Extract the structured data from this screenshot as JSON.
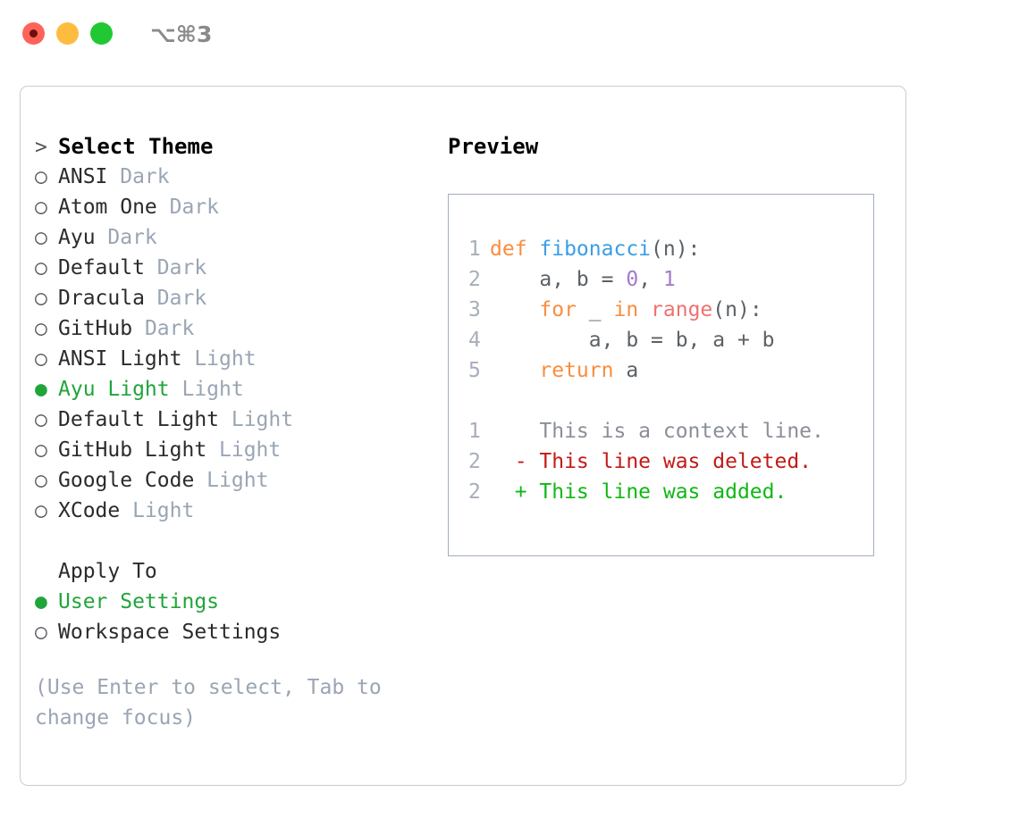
{
  "titlebar": {
    "shortcut": "⌥⌘3",
    "traffic_lights": [
      {
        "name": "close",
        "color": "#ff6259"
      },
      {
        "name": "minimize",
        "color": "#fdbc40"
      },
      {
        "name": "maximize",
        "color": "#20c933"
      }
    ]
  },
  "theme_section": {
    "prefix": ">",
    "title": "Select Theme",
    "items": [
      {
        "marker": "○",
        "label": "ANSI",
        "suffix": "Dark",
        "selected": false
      },
      {
        "marker": "○",
        "label": "Atom One",
        "suffix": "Dark",
        "selected": false
      },
      {
        "marker": "○",
        "label": "Ayu",
        "suffix": "Dark",
        "selected": false
      },
      {
        "marker": "○",
        "label": "Default",
        "suffix": "Dark",
        "selected": false
      },
      {
        "marker": "○",
        "label": "Dracula",
        "suffix": "Dark",
        "selected": false
      },
      {
        "marker": "○",
        "label": "GitHub",
        "suffix": "Dark",
        "selected": false
      },
      {
        "marker": "○",
        "label": "ANSI Light",
        "suffix": "Light",
        "selected": false
      },
      {
        "marker": "●",
        "label": "Ayu Light",
        "suffix": "Light",
        "selected": true
      },
      {
        "marker": "○",
        "label": "Default Light",
        "suffix": "Light",
        "selected": false
      },
      {
        "marker": "○",
        "label": "GitHub Light",
        "suffix": "Light",
        "selected": false
      },
      {
        "marker": "○",
        "label": "Google Code",
        "suffix": "Light",
        "selected": false
      },
      {
        "marker": "○",
        "label": "XCode",
        "suffix": "Light",
        "selected": false
      }
    ]
  },
  "apply_section": {
    "title": "Apply To",
    "items": [
      {
        "marker": "●",
        "label": "User Settings",
        "selected": true
      },
      {
        "marker": "○",
        "label": "Workspace Settings",
        "selected": false
      }
    ]
  },
  "hint": "(Use Enter to select, Tab to change focus)",
  "preview": {
    "title": "Preview",
    "code_lines": [
      {
        "number": "1",
        "tokens": [
          {
            "text": "def ",
            "type": "kw"
          },
          {
            "text": "fibonacci",
            "type": "fn"
          },
          {
            "text": "(n):",
            "type": "punct"
          }
        ]
      },
      {
        "number": "2",
        "tokens": [
          {
            "text": "    a, b = ",
            "type": "plain"
          },
          {
            "text": "0",
            "type": "num"
          },
          {
            "text": ", ",
            "type": "plain"
          },
          {
            "text": "1",
            "type": "num"
          }
        ]
      },
      {
        "number": "3",
        "tokens": [
          {
            "text": "    ",
            "type": "plain"
          },
          {
            "text": "for",
            "type": "kw"
          },
          {
            "text": " _ ",
            "type": "plain"
          },
          {
            "text": "in",
            "type": "kw"
          },
          {
            "text": " ",
            "type": "plain"
          },
          {
            "text": "range",
            "type": "call"
          },
          {
            "text": "(n):",
            "type": "punct"
          }
        ]
      },
      {
        "number": "4",
        "tokens": [
          {
            "text": "        a, b = b, a + b",
            "type": "plain"
          }
        ]
      },
      {
        "number": "5",
        "tokens": [
          {
            "text": "    ",
            "type": "plain"
          },
          {
            "text": "return",
            "type": "kw"
          },
          {
            "text": " a",
            "type": "plain"
          }
        ]
      }
    ],
    "diff_lines": [
      {
        "number": "1",
        "sign": " ",
        "text": "This is a context line.",
        "kind": "context"
      },
      {
        "number": "2",
        "sign": "-",
        "text": "This line was deleted.",
        "kind": "deleted"
      },
      {
        "number": "2",
        "sign": "+",
        "text": "This line was added.",
        "kind": "added"
      }
    ]
  },
  "colors": {
    "keyword": "#fa8d3e",
    "function": "#399ee6",
    "number": "#a37acc",
    "call": "#f07171",
    "plain": "#5c6166",
    "line_number": "#a7adba",
    "selected_green": "#20a53a",
    "muted": "#9aa5b4",
    "diff_added": "#10b815",
    "diff_deleted": "#c41a16",
    "diff_context": "#8a8f98"
  }
}
